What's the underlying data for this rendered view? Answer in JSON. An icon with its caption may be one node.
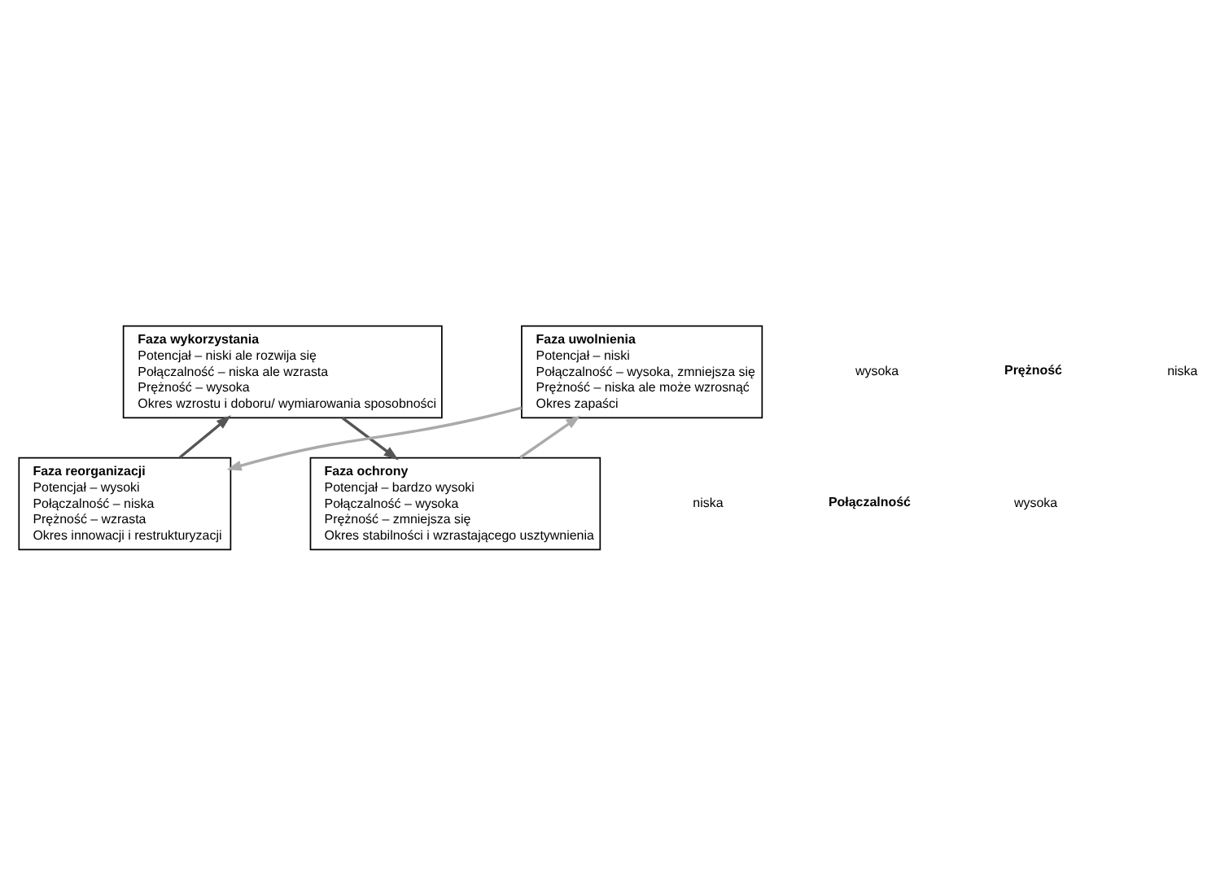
{
  "diagram": {
    "nodes": [
      {
        "text": [
          "Faza reorganizacji",
          "Potencjał – wysoki",
          "Połączalność – niska",
          "Prężność – wzrasta",
          "Okres innowacji i restrukturyzacji"
        ]
      },
      {
        "text": [
          "Faza ochrony",
          "Potencjał – bardzo wysoki",
          "Połączalność – wysoka",
          "Prężność – zmniejsza się",
          "Okres stabilności i wzrastającego usztywnienia"
        ]
      },
      {
        "text": [
          "Faza wykorzystania",
          "Potencjał – niski ale rozwija się",
          "Połączalność – niska ale wzrasta",
          "Prężność – wysoka",
          "Okres wzrostu i doboru/ wymiarowania sposobności"
        ]
      },
      {
        "text": [
          "Faza uwolnienia",
          "Potencjał – niski",
          "Połączalność – wysoka, zmniejsza się",
          "Prężność – niska ale może wzrosnąć",
          "Okres zapaści"
        ]
      }
    ],
    "edges": [
      {
        "from": 0,
        "to": 2,
        "arrow": "to",
        "color": "#555555"
      },
      {
        "from": 2,
        "to": 1,
        "arrow": "to",
        "color": "#555555"
      },
      {
        "from": 1,
        "to": 3,
        "arrow": "to",
        "color": "#aaaaaa"
      },
      {
        "from": 3,
        "to": 0,
        "arrow": "to",
        "color": "#aaaaaa"
      }
    ],
    "labels": [
      "wysoka",
      "Prężność",
      "niska",
      "niska",
      "Połączalność",
      "wysoka"
    ]
  }
}
